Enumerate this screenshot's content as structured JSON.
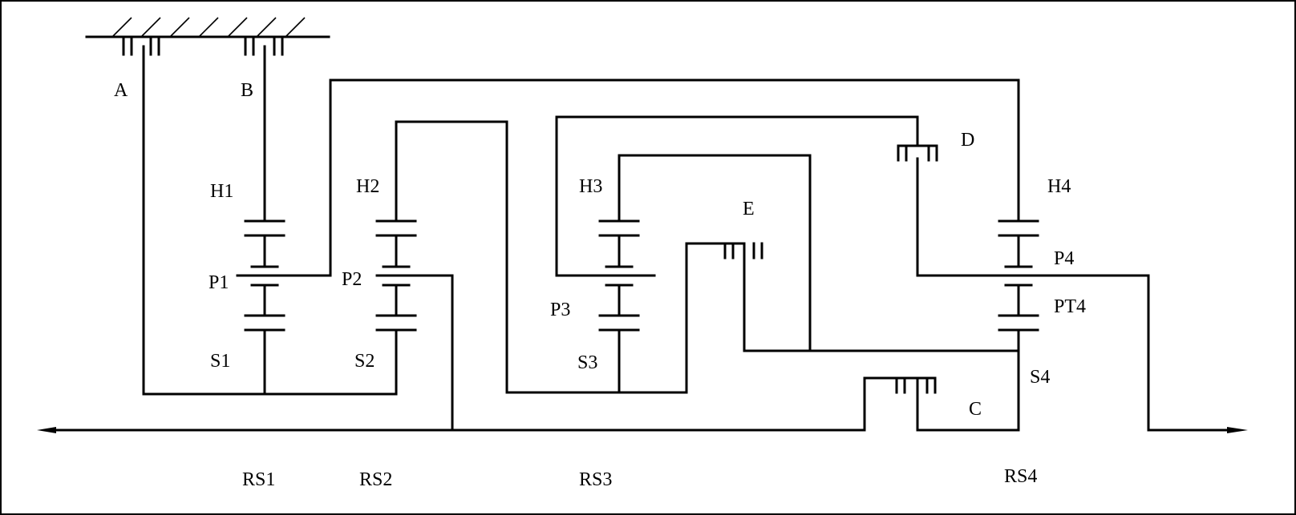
{
  "labels": {
    "A": "A",
    "B": "B",
    "C": "C",
    "D": "D",
    "E": "E",
    "H1": "H1",
    "H2": "H2",
    "H3": "H3",
    "H4": "H4",
    "P1": "P1",
    "P2": "P2",
    "P3": "P3",
    "P4": "P4",
    "PT4": "PT4",
    "S1": "S1",
    "S2": "S2",
    "S3": "S3",
    "S4": "S4",
    "RS1": "RS1",
    "RS2": "RS2",
    "RS3": "RS3",
    "RS4": "RS4"
  }
}
